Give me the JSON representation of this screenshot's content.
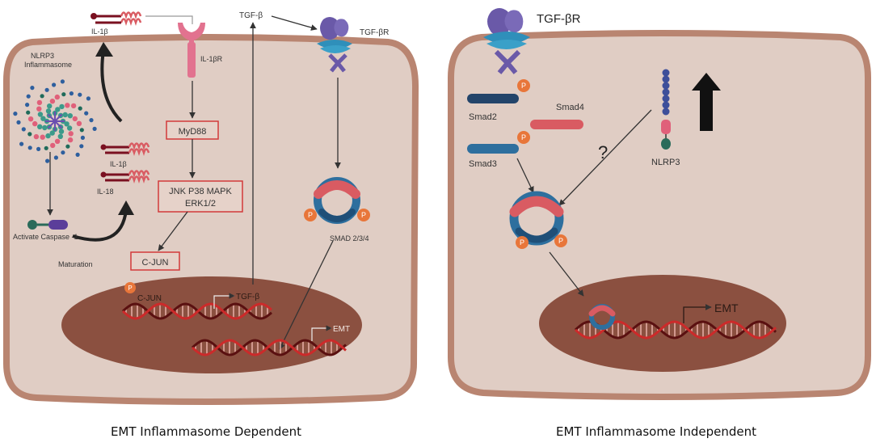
{
  "left_panel": {
    "caption": "EMT Inflammasome Dependent",
    "labels": {
      "il1b_top": "IL-1β",
      "il1b_receptor": "IL-1βR",
      "tgfb_ligand": "TGF-β",
      "tgfb_receptor": "TGF-βR",
      "inflammasome": [
        "NLRP3",
        "Inflammasome"
      ],
      "il1b_mid": "IL-1β",
      "il18": "IL-18",
      "caspase": "Activate Caspase -1",
      "maturation": "Maturation",
      "myd88": "MyD88",
      "mapk_line1": "JNK P38 MAPK",
      "mapk_line2": "ERK1/2",
      "cjun_box": "C-JUN",
      "smad": "SMAD 2/3/4",
      "cjun_dna": "C-JUN",
      "tgfb_gene": "TGF-β",
      "emt_gene": "EMT",
      "phospho": "P"
    }
  },
  "right_panel": {
    "caption": "EMT Inflammasome Independent",
    "labels": {
      "tgfb_receptor": "TGF-βR",
      "smad2": "Smad2",
      "smad3": "Smad3",
      "smad4": "Smad4",
      "nlrp3": "NLRP3",
      "question": "?",
      "emt_gene": "EMT",
      "phospho": "P"
    }
  },
  "colors": {
    "cytoplasm": "#e0cdc4",
    "membrane": "#b98571",
    "nucleus": "#8b5040",
    "dna_red": "#cc2a2a",
    "dna_dark": "#5a1010",
    "phospho": "#e8763a",
    "smad_pink": "#d95b62",
    "smad_blue": "#2e6f9e",
    "receptor_purple": "#6a59a8",
    "receptor_blue": "#2f8fba",
    "box_border": "#d23a3a",
    "nlrp3_green": "#2a6b5a"
  }
}
